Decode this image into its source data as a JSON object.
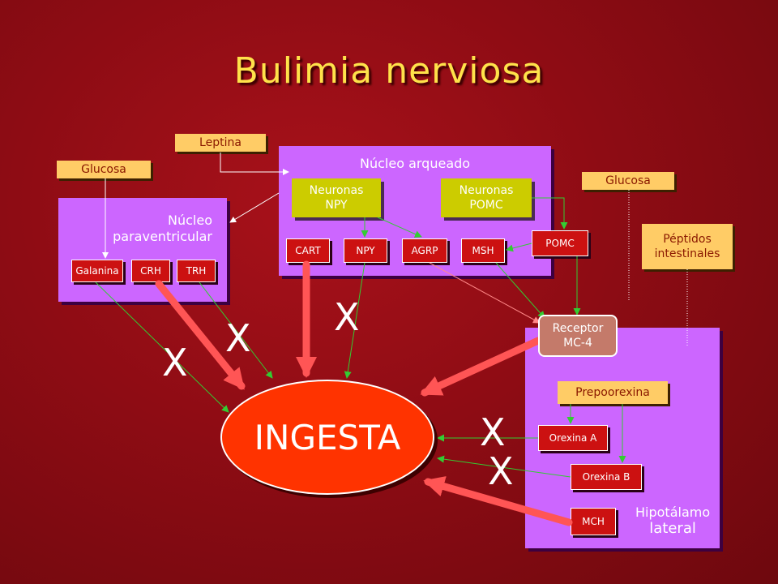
{
  "title": "Bulimia nerviosa",
  "labels": {
    "leptina": "Leptina",
    "glucosa_left": "Glucosa",
    "glucosa_right": "Glucosa",
    "peptidos_line1": "Péptidos",
    "peptidos_line2": "intestinales"
  },
  "nucleo_arqueado": {
    "label": "Núcleo arqueado",
    "npy_neurons_line1": "Neuronas",
    "npy_neurons_line2": "NPY",
    "pomc_neurons_line1": "Neuronas",
    "pomc_neurons_line2": "POMC",
    "boxes": [
      "CART",
      "NPY",
      "AGRP",
      "MSH"
    ]
  },
  "pomc": "POMC",
  "nucleo_paraventricular": {
    "label_line1": "Núcleo",
    "label_line2": "paraventricular",
    "boxes": [
      "Galanina",
      "CRH",
      "TRH"
    ]
  },
  "receptor": {
    "line1": "Receptor",
    "line2": "MC-4"
  },
  "hipotalamo": {
    "label_line1": "Hipotálamo",
    "label_line2": "lateral",
    "prepoorexina": "Prepoorexina",
    "orexina_a": "Orexina A",
    "orexina_b": "Orexina B",
    "mch": "MCH"
  },
  "ingesta": "INGESTA",
  "x_marks": [
    "X",
    "X",
    "X",
    "X",
    "X"
  ],
  "colors": {
    "background": "#8e0c14",
    "title": "#ffe24a",
    "panel": "#cc66ff",
    "label_box": "#ffcc66",
    "olive_box": "#cccc00",
    "red_box": "#cc1111",
    "receptor": "#c47a6a",
    "ingesta": "#ff3300",
    "thick_arrow": "#ff5555",
    "thin_arrow_green": "#33cc33"
  }
}
